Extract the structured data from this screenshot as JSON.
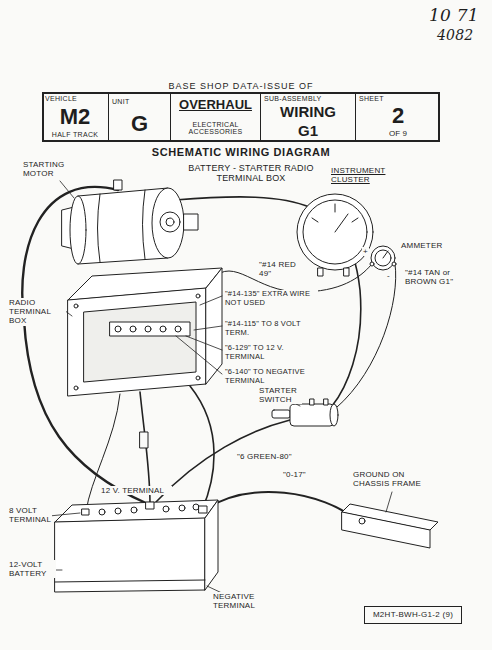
{
  "diagram": {
    "title": "SCHEMATIC WIRING DIAGRAM",
    "nodes": [
      {
        "text": [
          "BASE SHOP DATA-ISSUE OF"
        ]
      },
      {
        "text": [
          "VEHICLE",
          "M2",
          "HALF TRACK"
        ],
        "in": 0
      },
      {
        "text": [
          "UNIT",
          "G"
        ],
        "in": 0
      },
      {
        "text": [
          "OVERHAUL",
          "ELECTRICAL ACCESSORIES"
        ],
        "in": 0
      },
      {
        "text": [
          "SUB-ASSEMBLY",
          "WIRING",
          "G1"
        ],
        "in": 0
      },
      {
        "text": [
          "SHEET",
          "2",
          "OF 9"
        ],
        "in": 0
      },
      {
        "text": [
          "M2HT-BWH-G1-2 (9)"
        ]
      }
    ],
    "labels": [
      "10 71",
      "4082",
      "BATTERY - STARTER RADIO TERMINAL BOX",
      "STARTING MOTOR",
      "INSTRUMENT CLUSTER",
      "+",
      "-",
      "AMMETER",
      "\"#14 TAN or BROWN G1\"",
      "\"#14 RED 49\"",
      "RADIO TERMINAL BOX",
      "\"#14-135\" EXTRA WIRE NOT USED",
      "\"#14-115\" TO 8 VOLT TERM.",
      "\"6-129\" TO 12 V. TERMINAL",
      "\"6-140\" TO NEGATIVE TERMINAL",
      "STARTER SWITCH",
      "\"6 GREEN-80\"",
      "GROUND ON CHASSIS FRAME",
      "\"0-17\"",
      "8 VOLT TERMINAL",
      "12 V. TERMINAL",
      "12-VOLT BATTERY",
      "NEGATIVE TERMINAL"
    ]
  }
}
